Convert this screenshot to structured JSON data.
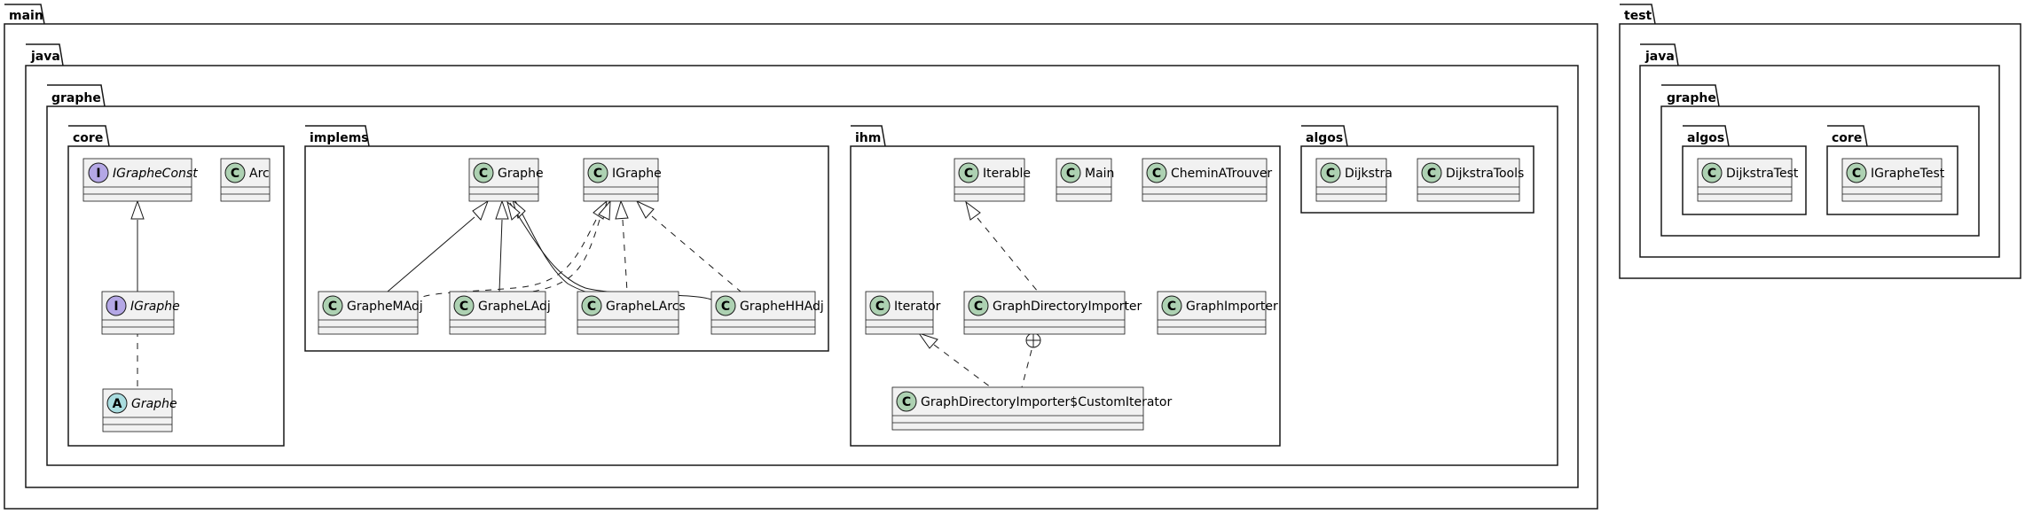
{
  "packages": {
    "main": "main",
    "main_java": "java",
    "main_graphe": "graphe",
    "core": "core",
    "implems": "implems",
    "ihm": "ihm",
    "algos": "algos",
    "test": "test",
    "test_java": "java",
    "test_graphe": "graphe",
    "test_algos": "algos",
    "test_core": "core"
  },
  "classes": {
    "core_igrapheconst": {
      "stereotype": "I",
      "name": "IGrapheConst"
    },
    "core_arc": {
      "stereotype": "C",
      "name": "Arc"
    },
    "core_igraphe": {
      "stereotype": "I",
      "name": "IGraphe"
    },
    "core_graphe": {
      "stereotype": "A",
      "name": "Graphe"
    },
    "implems_graphe": {
      "stereotype": "C",
      "name": "Graphe"
    },
    "implems_igraphe": {
      "stereotype": "C",
      "name": "IGraphe"
    },
    "implems_graphemadj": {
      "stereotype": "C",
      "name": "GrapheMAdj"
    },
    "implems_graphleadj": {
      "stereotype": "C",
      "name": "GrapheLAdj"
    },
    "implems_graphelarcs": {
      "stereotype": "C",
      "name": "GrapheLArcs"
    },
    "implems_graphehhadj": {
      "stereotype": "C",
      "name": "GrapheHHAdj"
    },
    "ihm_iterable": {
      "stereotype": "C",
      "name": "Iterable"
    },
    "ihm_main": {
      "stereotype": "C",
      "name": "Main"
    },
    "ihm_cheminatrouver": {
      "stereotype": "C",
      "name": "CheminATrouver"
    },
    "ihm_iterator": {
      "stereotype": "C",
      "name": "Iterator"
    },
    "ihm_graphdirectoryimporter": {
      "stereotype": "C",
      "name": "GraphDirectoryImporter"
    },
    "ihm_graphimporter": {
      "stereotype": "C",
      "name": "GraphImporter"
    },
    "ihm_customiterator": {
      "stereotype": "C",
      "name": "GraphDirectoryImporter$CustomIterator"
    },
    "algos_dijkstra": {
      "stereotype": "C",
      "name": "Dijkstra"
    },
    "algos_dijkstratools": {
      "stereotype": "C",
      "name": "DijkstraTools"
    },
    "test_dijkstratest": {
      "stereotype": "C",
      "name": "DijkstraTest"
    },
    "test_igraphetest": {
      "stereotype": "C",
      "name": "IGrapheTest"
    }
  },
  "colors": {
    "class_fill": "#F1F1F1",
    "stroke": "#181818",
    "circle_class": "#ADD1B2",
    "circle_interface": "#B4A7E5",
    "circle_abstract": "#A9DCDF"
  }
}
